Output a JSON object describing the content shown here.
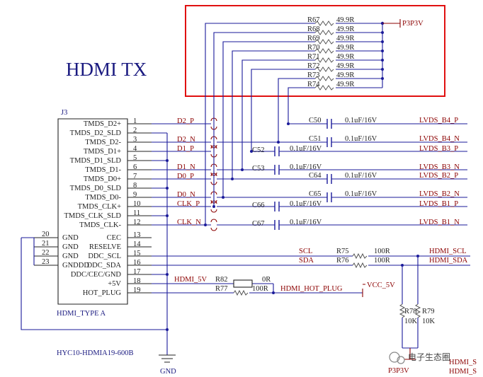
{
  "title": "HDMI TX",
  "connector": {
    "ref": "J3",
    "type": "HDMI_TYPE A",
    "part_no": "HYC10-HDMIA19-600B",
    "pins": [
      {
        "num": "1",
        "name": "TMDS_D2+"
      },
      {
        "num": "2",
        "name": "TMDS_D2_SLD"
      },
      {
        "num": "3",
        "name": "TMDS_D2-"
      },
      {
        "num": "4",
        "name": "TMDS_D1+"
      },
      {
        "num": "5",
        "name": "TMDS_D1_SLD"
      },
      {
        "num": "6",
        "name": "TMDS_D1-"
      },
      {
        "num": "7",
        "name": "TMDS_D0+"
      },
      {
        "num": "8",
        "name": "TMDS_D0_SLD"
      },
      {
        "num": "9",
        "name": "TMDS_D0-"
      },
      {
        "num": "10",
        "name": "TMDS_CLK+"
      },
      {
        "num": "11",
        "name": "TMDS_CLK_SLD"
      },
      {
        "num": "12",
        "name": "TMDS_CLK-"
      },
      {
        "num": "13",
        "name": "CEC"
      },
      {
        "num": "14",
        "name": "RESELVE"
      },
      {
        "num": "15",
        "name": "DDC_SCL"
      },
      {
        "num": "16",
        "name": "DDC_SDA"
      },
      {
        "num": "17",
        "name": "DDC/CEC/GND"
      },
      {
        "num": "18",
        "name": "+5V"
      },
      {
        "num": "19",
        "name": "HOT_PLUG"
      }
    ],
    "shell_pins": [
      {
        "num": "20",
        "name": "GND"
      },
      {
        "num": "21",
        "name": "GND"
      },
      {
        "num": "22",
        "name": "GND"
      },
      {
        "num": "23",
        "name": "GNDDD"
      }
    ]
  },
  "pullups": {
    "rail": "P3P3V",
    "resistors": [
      {
        "ref": "R67",
        "value": "49.9R"
      },
      {
        "ref": "R68",
        "value": "49.9R"
      },
      {
        "ref": "R69",
        "value": "49.9R"
      },
      {
        "ref": "R70",
        "value": "49.9R"
      },
      {
        "ref": "R71",
        "value": "49.9R"
      },
      {
        "ref": "R72",
        "value": "49.9R"
      },
      {
        "ref": "R73",
        "value": "49.9R"
      },
      {
        "ref": "R74",
        "value": "49.9R"
      }
    ]
  },
  "tmds_nets": [
    "D2_P",
    "D2_N",
    "D1_P",
    "D1_N",
    "D0_P",
    "D0_N",
    "CLK_P",
    "CLK_N"
  ],
  "caps": [
    {
      "ref": "C50",
      "value": "0.1uF/16V",
      "net": "LVDS_B4_P"
    },
    {
      "ref": "C51",
      "value": "0.1uF/16V",
      "net": "LVDS_B4_N"
    },
    {
      "ref": "C52",
      "value": "0.1uF/16V",
      "net": "LVDS_B3_P"
    },
    {
      "ref": "C53",
      "value": "0.1uF/16V",
      "net": "LVDS_B3_N"
    },
    {
      "ref": "C64",
      "value": "0.1uF/16V",
      "net": "LVDS_B2_P"
    },
    {
      "ref": "C65",
      "value": "0.1uF/16V",
      "net": "LVDS_B2_N"
    },
    {
      "ref": "C66",
      "value": "0.1uF/16V",
      "net": "LVDS_B1_P"
    },
    {
      "ref": "C67",
      "value": "0.1uF/16V",
      "net": "LVDS_B1_N"
    }
  ],
  "ddc": {
    "scl": "SCL",
    "sda": "SDA",
    "r75": {
      "ref": "R75",
      "value": "100R"
    },
    "r76": {
      "ref": "R76",
      "value": "100R"
    },
    "hdmi_scl": "HDMI_SCL",
    "hdmi_sda": "HDMI_SDA",
    "r78": {
      "ref": "R78",
      "value": "10K"
    },
    "r79": {
      "ref": "R79",
      "value": "10K"
    },
    "bottom_rail": "P3P3V",
    "bottom_net_1": "HDMI_S",
    "bottom_net_2": "HDMI_S"
  },
  "power": {
    "hdmi_5v": "HDMI_5V",
    "r82": {
      "ref": "R82",
      "value": "0R"
    },
    "r77": {
      "ref": "R77",
      "value": "100R"
    },
    "hot_plug_net": "HDMI_HOT_PLUG",
    "vcc": "VCC_5V",
    "gnd": "GND"
  },
  "watermark": "电子生态圈"
}
